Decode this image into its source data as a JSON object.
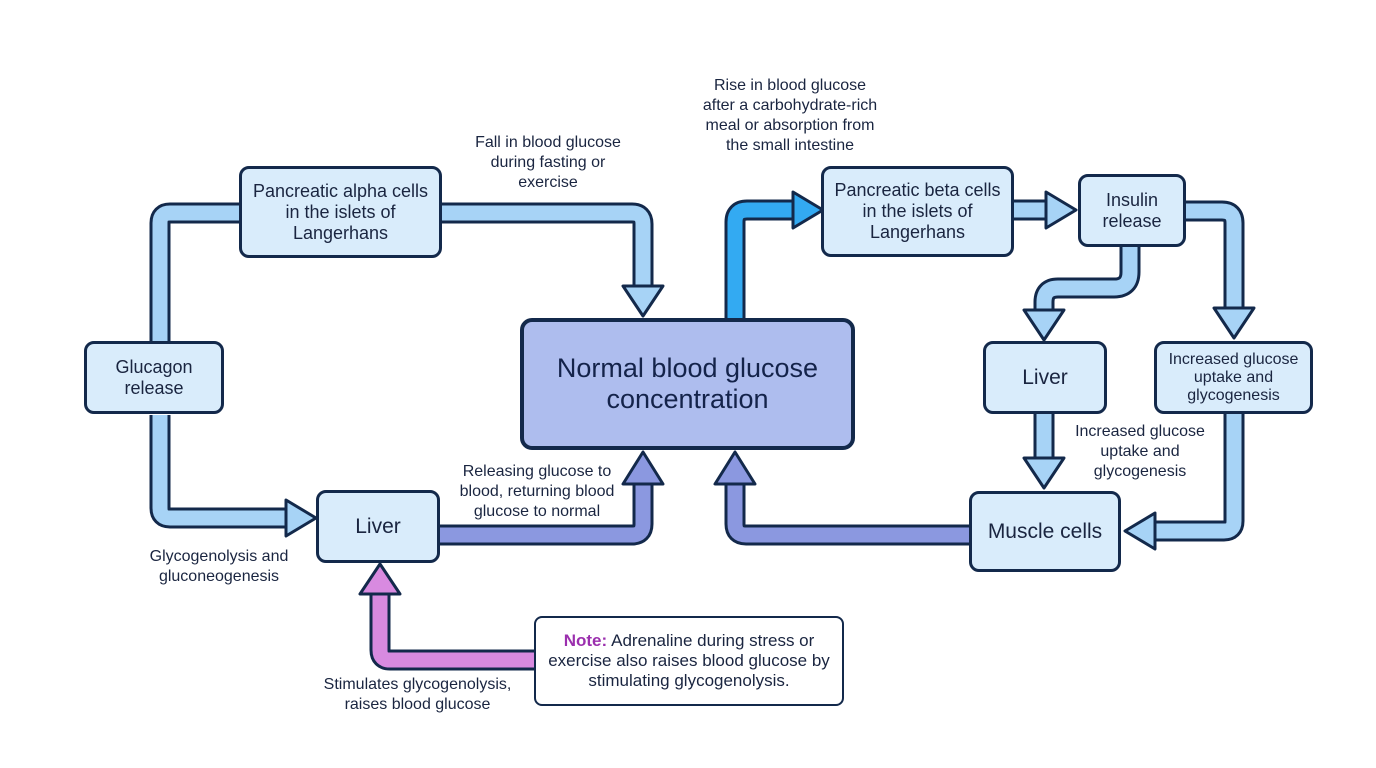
{
  "colors": {
    "box_fill": "#d9ecfb",
    "central_fill": "#aebdee",
    "stroke": "#13294b",
    "arrow_light": "#a7d3f6",
    "arrow_bright": "#33aaf2",
    "arrow_indigo": "#8b98e0",
    "arrow_pink": "#d88ae0",
    "note_accent": "#9b2fae"
  },
  "nodes": {
    "central": "Normal blood glucose concentration",
    "alpha_cells": "Pancreatic alpha cells in the islets of Langerhans",
    "glucagon": "Glucagon release",
    "liver_left": "Liver",
    "beta_cells": "Pancreatic beta cells in the islets of Langerhans",
    "insulin": "Insulin release",
    "liver_right": "Liver",
    "uptake_box": "Increased glucose uptake and glycogenesis",
    "muscle": "Muscle cells"
  },
  "labels": {
    "fall": "Fall in blood glucose\nduring fasting or\nexercise",
    "rise": "Rise in blood glucose\nafter a carbohydrate-rich\nmeal or absorption from\nthe small intestine",
    "releasing": "Releasing glucose to\nblood, returning blood\nglucose to normal",
    "glycogenolysis": "Glycogenolysis and\ngluconeogenesis",
    "uptake": "Increased glucose\nuptake and\nglycogenesis",
    "stimulates": "Stimulates glycogenolysis,\nraises blood glucose"
  },
  "note": {
    "label": "Note:",
    "text": "Adrenaline during stress or exercise also raises blood glucose by stimulating glycogenolysis."
  }
}
